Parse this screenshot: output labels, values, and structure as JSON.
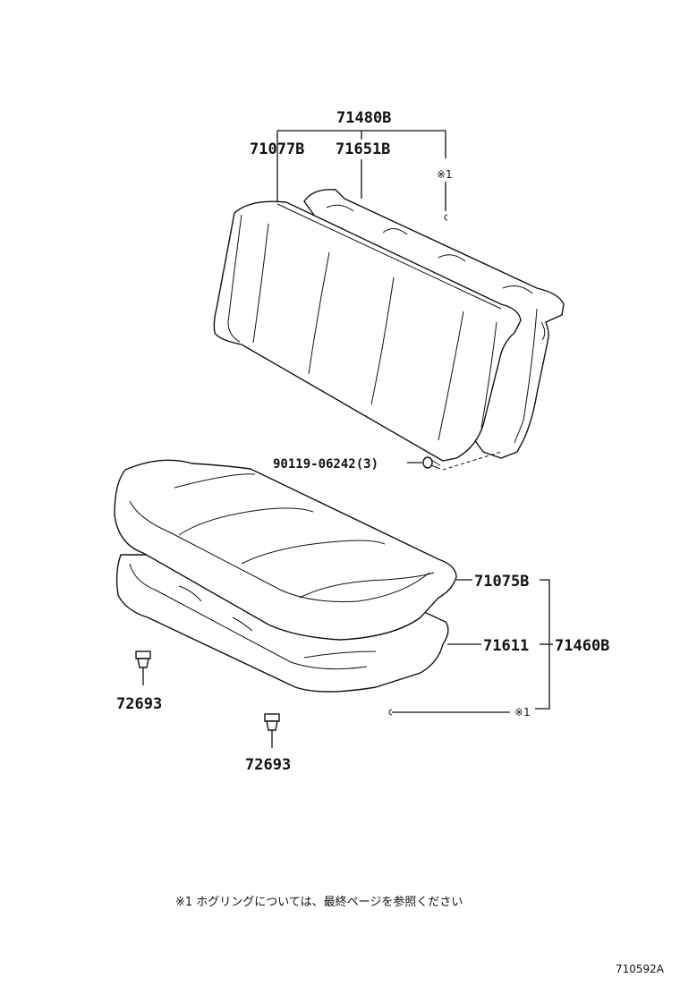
{
  "parts": {
    "p71480b": "71480B",
    "p71077b": "71077B",
    "p71651b": "71651B",
    "p90119": "90119-06242(3)",
    "p71075b": "71075B",
    "p71611": "71611",
    "p71460b": "71460B",
    "p72693a": "72693",
    "p72693b": "72693"
  },
  "marks": {
    "ref_top": "※1",
    "ref_bottom": "※1"
  },
  "footnote": "※1 ホグリングについては、最終ページを参照ください",
  "drawing_code": "710592A",
  "icons": {
    "hog-ring-top": "hog-ring-icon",
    "hog-ring-bottom": "hog-ring-icon",
    "bolt": "bolt-icon",
    "clip-left": "clip-icon",
    "clip-right": "clip-icon"
  }
}
